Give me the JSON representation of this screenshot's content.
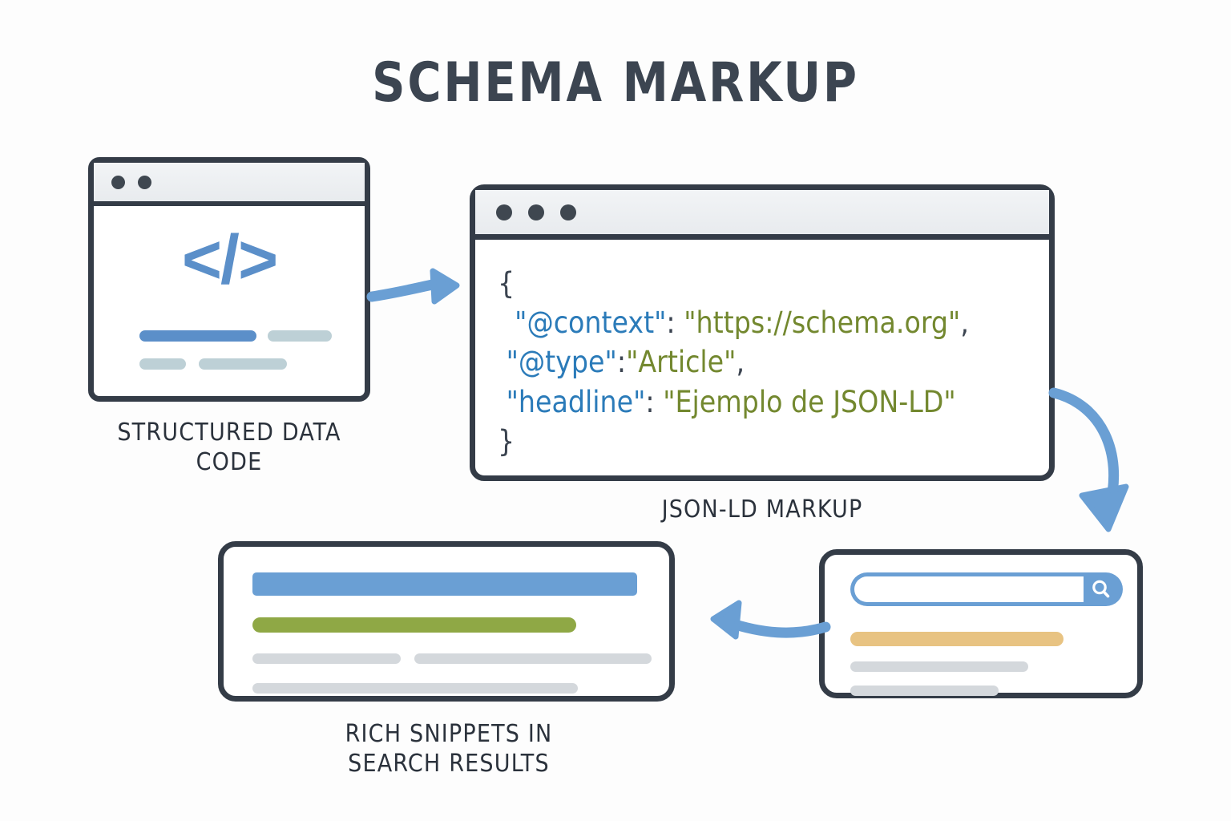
{
  "title": "SCHEMA MARKUP",
  "colors": {
    "ink": "#343c47",
    "blue": "#5b8fc9",
    "blue_light": "#6a9fd4",
    "green": "#8fa845",
    "code_key": "#2b7bb9",
    "code_value": "#73882f",
    "tan": "#e8c382",
    "gray_bar": "#d4d8dc",
    "background": "#fdfdfd"
  },
  "code_window": {
    "icon": "code-brackets-icon",
    "icon_glyph": "</>",
    "dots": 2,
    "caption": "STRUCTURED DATA CODE",
    "caption_lines": [
      "STRUCTURED DATA",
      "CODE"
    ]
  },
  "json_window": {
    "dots": 3,
    "caption": "JSON-LD MARKUP",
    "code_lines": [
      {
        "parts": [
          {
            "t": "{",
            "c": "p"
          }
        ]
      },
      {
        "parts": [
          {
            "t": "  \"@context\"",
            "c": "k"
          },
          {
            "t": ": ",
            "c": "p"
          },
          {
            "t": "\"https://schema.org\"",
            "c": "v"
          },
          {
            "t": ",",
            "c": "p"
          }
        ]
      },
      {
        "parts": [
          {
            "t": " \"@type\"",
            "c": "k"
          },
          {
            "t": ":",
            "c": "p"
          },
          {
            "t": "\"Article\"",
            "c": "v"
          },
          {
            "t": ",",
            "c": "p"
          }
        ]
      },
      {
        "parts": [
          {
            "t": " \"headline\"",
            "c": "k"
          },
          {
            "t": ": ",
            "c": "p"
          },
          {
            "t": "\"Ejemplo de JSON-LD\"",
            "c": "v"
          }
        ]
      },
      {
        "parts": [
          {
            "t": "}",
            "c": "p"
          }
        ]
      }
    ],
    "raw_text": "{\n  \"@context\": \"https://schema.org\",\n \"@type\":\"Article\",\n \"headline\": \"Ejemplo de JSON-LD\"\n}"
  },
  "snippet_window": {
    "caption": "RICH SNIPPETS IN SEARCH RESULTS",
    "caption_lines": [
      "RICH SNIPPETS IN",
      "SEARCH RESULTS"
    ],
    "bars": [
      {
        "name": "title",
        "color": "#6a9fd4"
      },
      {
        "name": "url",
        "color": "#8fa845"
      },
      {
        "name": "description-1",
        "color": "#d4d8dc"
      },
      {
        "name": "description-2",
        "color": "#d4d8dc"
      },
      {
        "name": "description-3",
        "color": "#d4d8dc"
      }
    ]
  },
  "search_window": {
    "search_icon": "magnifier-icon",
    "search_input_value": "",
    "bars": [
      {
        "name": "result-title",
        "color": "#e8c382"
      },
      {
        "name": "result-line-1",
        "color": "#d4d8dc"
      },
      {
        "name": "result-line-2",
        "color": "#d4d8dc"
      }
    ]
  },
  "arrows": [
    {
      "name": "arrow-code-to-json",
      "direction": "right"
    },
    {
      "name": "arrow-json-to-search",
      "direction": "down-curved"
    },
    {
      "name": "arrow-search-to-snippet",
      "direction": "left"
    }
  ]
}
